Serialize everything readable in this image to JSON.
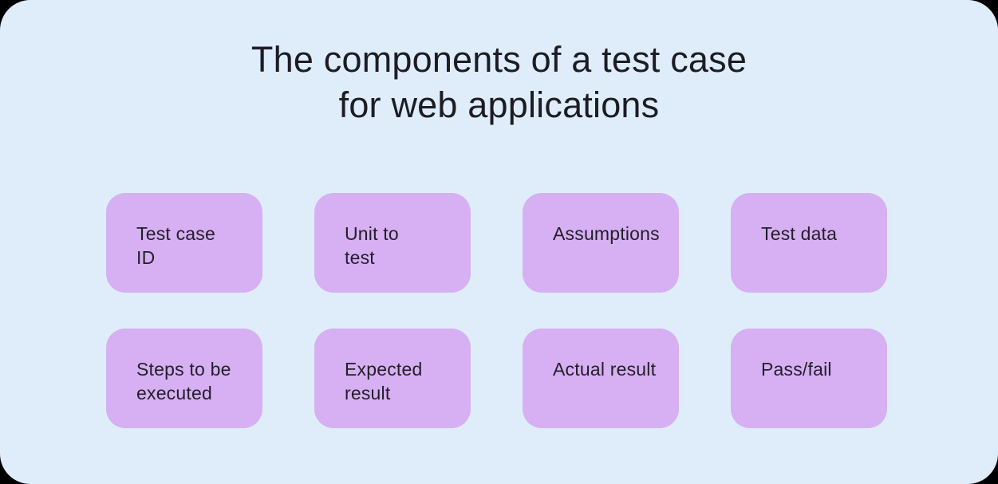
{
  "title": {
    "line1": "The components of a test case",
    "line2": "for web applications"
  },
  "boxes": [
    {
      "label": "Test case\nID"
    },
    {
      "label": "Unit to\ntest"
    },
    {
      "label": "Assumptions"
    },
    {
      "label": "Test data"
    },
    {
      "label": "Steps to be\nexecuted"
    },
    {
      "label": "Expected\nresult"
    },
    {
      "label": "Actual result"
    },
    {
      "label": "Pass/fail"
    }
  ],
  "colors": {
    "card_background": "#dfedfb",
    "box_background": "#d6b0f2",
    "title_text": "#1d1c23",
    "box_text": "#221f28",
    "outside_background": "#000000"
  }
}
